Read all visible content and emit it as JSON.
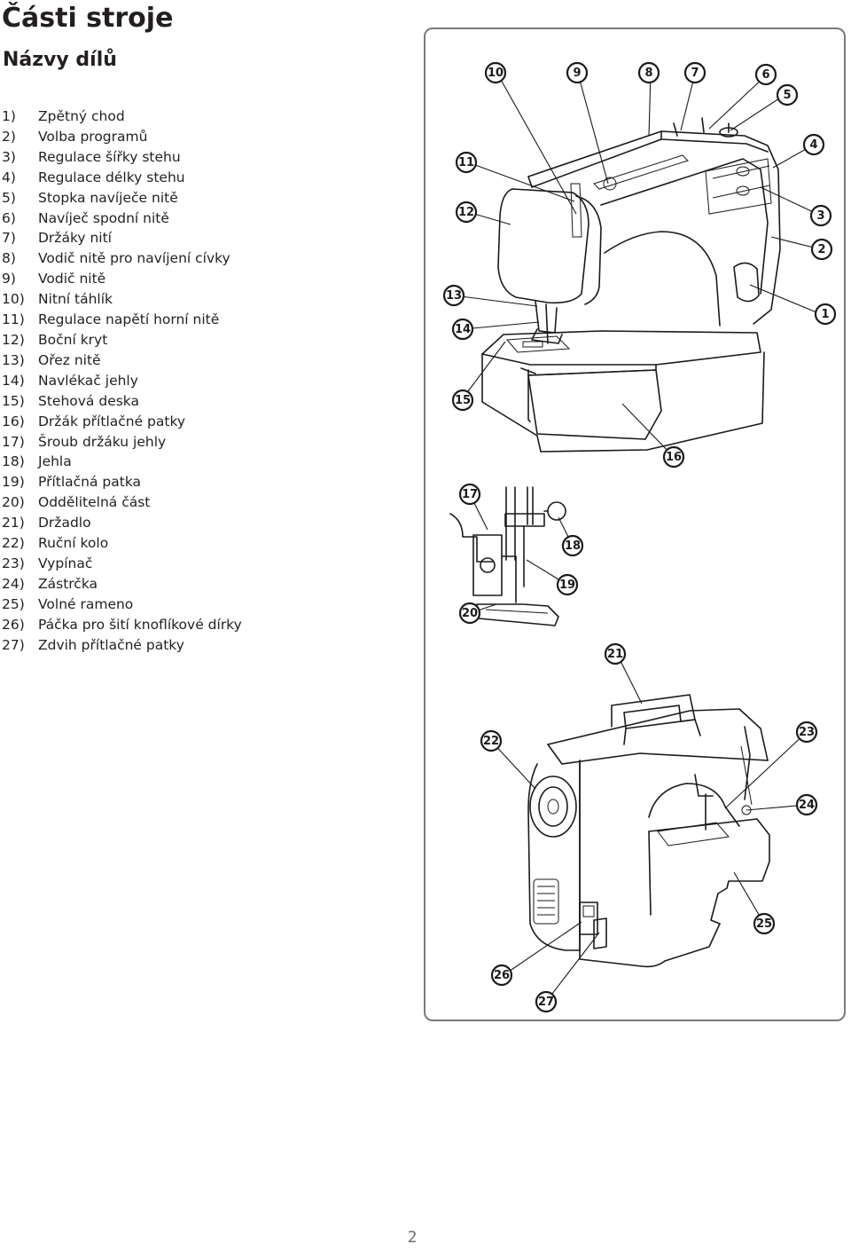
{
  "heading": {
    "title": "Části stroje",
    "subtitle": "Názvy dílů"
  },
  "parts": [
    {
      "num": "1)",
      "label": "Zpětný chod"
    },
    {
      "num": "2)",
      "label": "Volba programů"
    },
    {
      "num": "3)",
      "label": "Regulace šířky stehu"
    },
    {
      "num": "4)",
      "label": "Regulace délky stehu"
    },
    {
      "num": "5)",
      "label": "Stopka navíječe nitě"
    },
    {
      "num": "6)",
      "label": "Navíječ spodní nitě"
    },
    {
      "num": "7)",
      "label": "Držáky nití"
    },
    {
      "num": "8)",
      "label": "Vodič nitě pro navíjení cívky"
    },
    {
      "num": "9)",
      "label": "Vodič nitě"
    },
    {
      "num": "10)",
      "label": "Nitní táhlík"
    },
    {
      "num": "11)",
      "label": "Regulace napětí horní nitě"
    },
    {
      "num": "12)",
      "label": "Boční kryt"
    },
    {
      "num": "13)",
      "label": "Ořez nitě"
    },
    {
      "num": "14)",
      "label": "Navlékač jehly"
    },
    {
      "num": "15)",
      "label": "Stehová deska"
    },
    {
      "num": "16)",
      "label": "Držák přítlačné patky"
    },
    {
      "num": "17)",
      "label": "Šroub držáku jehly"
    },
    {
      "num": "18)",
      "label": "Jehla"
    },
    {
      "num": "19)",
      "label": "Přítlačná patka"
    },
    {
      "num": "20)",
      "label": "Oddělitelná část"
    },
    {
      "num": "21)",
      "label": "Držadlo"
    },
    {
      "num": "22)",
      "label": "Ruční kolo"
    },
    {
      "num": "23)",
      "label": "Vypínač"
    },
    {
      "num": "24)",
      "label": "Zástrčka"
    },
    {
      "num": "25)",
      "label": "Volné rameno"
    },
    {
      "num": "26)",
      "label": "Páčka pro šití knoflíkové dírky"
    },
    {
      "num": "27)",
      "label": "Zdvih přítlačné patky"
    }
  ],
  "callouts": [
    "1",
    "2",
    "3",
    "4",
    "5",
    "6",
    "7",
    "8",
    "9",
    "10",
    "11",
    "12",
    "13",
    "14",
    "15",
    "16",
    "17",
    "18",
    "19",
    "20",
    "21",
    "22",
    "23",
    "24",
    "25",
    "26",
    "27"
  ],
  "footer": {
    "page_number": "2"
  }
}
